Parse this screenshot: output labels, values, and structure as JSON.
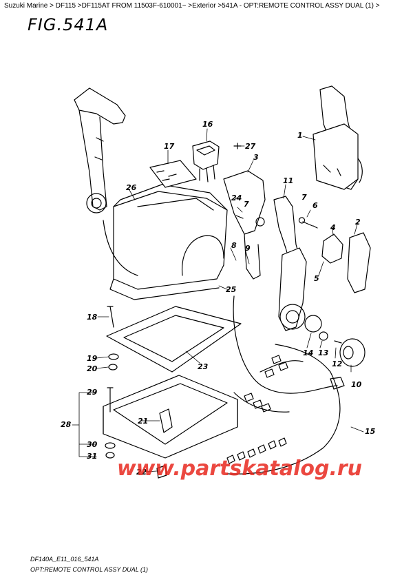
{
  "breadcrumb": "Suzuki Marine > DF115 >DF115AT FROM 11503F-610001~ >Exterior >541A - OPT:REMOTE CONTROL ASSY DUAL (1) >",
  "figure_title": "FIG.541A",
  "callouts": [
    "1",
    "2",
    "3",
    "4",
    "5",
    "6",
    "7",
    "7",
    "8",
    "9",
    "10",
    "11",
    "12",
    "13",
    "14",
    "15",
    "16",
    "17",
    "18",
    "19",
    "20",
    "21",
    "22",
    "23",
    "24",
    "25",
    "26",
    "27",
    "28",
    "29",
    "30",
    "31"
  ],
  "watermark": "www.partskatalog.ru",
  "footer": {
    "code": "DF140A_E11_016_541A",
    "description": "OPT:REMOTE CONTROL ASSY DUAL (1)"
  },
  "colors": {
    "line": "#000000",
    "watermark": "#e8281e"
  }
}
